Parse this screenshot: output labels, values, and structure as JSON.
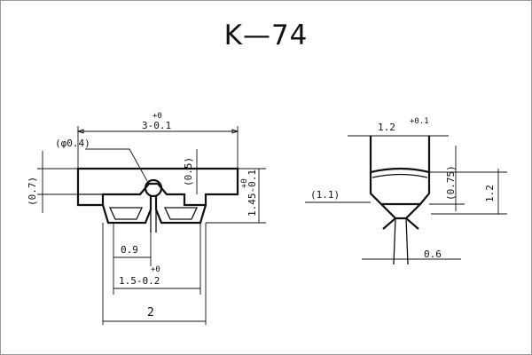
{
  "title": "K—74",
  "left_view": {
    "dim_overall_width": "3-0.1",
    "dim_overall_width_tol": "+0",
    "dim_tube_diameter": "(φ0.4)",
    "dim_height_left": "(0.7)",
    "dim_inner_right": "(0.5)",
    "dim_total_height": "1.45-0.1",
    "dim_total_height_tol": "+0",
    "dim_gap": "0.9",
    "dim_bottom_span": "1.5-0.2",
    "dim_bottom_span_tol": "+0",
    "dim_base": "2"
  },
  "right_view": {
    "dim_top_width": "1.2",
    "dim_top_width_tol": "+0.1",
    "dim_body_height": "(0.75)",
    "dim_total_height": "1.2",
    "dim_left_offset": "(1.1)",
    "dim_tip": "0.6"
  }
}
